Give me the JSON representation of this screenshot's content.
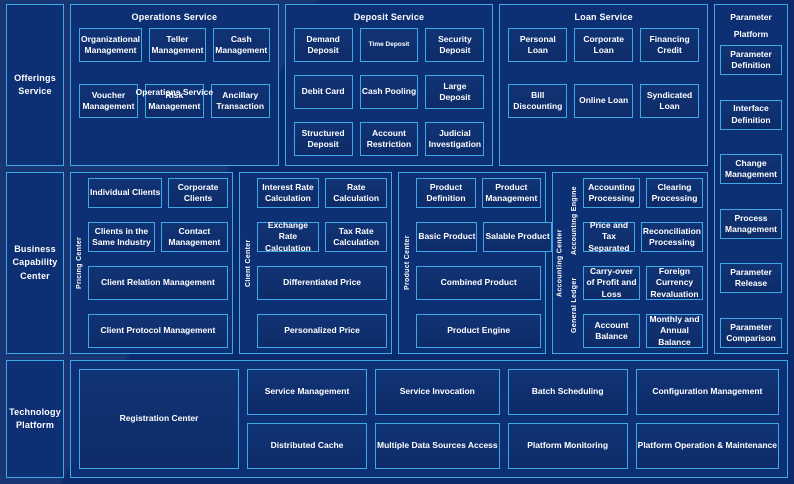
{
  "layers": {
    "offerings": {
      "label": "Offerings Service",
      "groups": [
        {
          "title": "Operations Service",
          "mid_caption": "Operations Service",
          "items_row1": [
            "Organizational Management",
            "Teller Management",
            "Cash Management"
          ],
          "items_row2": [
            "Voucher Management",
            "Risk Management",
            "Ancillary Transaction"
          ]
        },
        {
          "title": "Deposit Service",
          "items_row1": [
            "Demand Deposit",
            "Time Deposit",
            "Security Deposit"
          ],
          "items_row2": [
            "Debit Card",
            "Cash Pooling",
            "Large Deposit"
          ],
          "items_row3": [
            "Structured Deposit",
            "Account Restriction",
            "Judicial Investigation"
          ]
        },
        {
          "title": "Loan Service",
          "items_row1": [
            "Personal Loan",
            "Corporate Loan",
            "Financing Credit"
          ],
          "items_row2": [
            "Bill Discounting",
            "Online Loan",
            "Syndicated Loan"
          ]
        }
      ]
    },
    "business_capability": {
      "label": "Business Capability Center",
      "groups": [
        {
          "vlabel": "Pricing Center",
          "pairs": [
            [
              "Individual Clients",
              "Corporate Clients"
            ],
            [
              "Clients in the Same Industry",
              "Contact Management"
            ]
          ],
          "wide": [
            "Client Relation Management",
            "Client Protocol Management"
          ]
        },
        {
          "vlabel": "Client Center",
          "pairs": [
            [
              "Interest Rate Calculation",
              "Rate Calculation"
            ],
            [
              "Exchange Rate Calculation",
              "Tax Rate Calculation"
            ]
          ],
          "wide": [
            "Differentiated Price",
            "Personalized Price"
          ]
        },
        {
          "vlabel": "Product Center",
          "pairs": [
            [
              "Product Definition",
              "Product Management"
            ],
            [
              "Basic Product",
              "Salable Product"
            ]
          ],
          "wide": [
            "Combined Product",
            "Product Engine"
          ]
        },
        {
          "vlabel_outer": "Accounting Center",
          "vlabel_top": "Accounting Engine",
          "vlabel_bottom": "General  Ledger",
          "pairs": [
            [
              "Accounting Processing",
              "Clearing Processing"
            ],
            [
              "Price and Tax Separated",
              "Reconciliation Processing"
            ],
            [
              "Carry-over of Profit and Loss",
              "Foreign Currency Revaluation"
            ],
            [
              "Account Balance",
              "Monthly and Annual Balance"
            ]
          ]
        }
      ]
    },
    "technology": {
      "label": "Technology Platform",
      "registration": "Registration Center",
      "items": [
        "Service Management",
        "Service Invocation",
        "Batch Scheduling",
        "Configuration Management",
        "Distributed Cache",
        "Multiple Data Sources Access",
        "Platform Monitoring",
        "Platform Operation & Maintenance"
      ]
    }
  },
  "parameter_platform": {
    "title_line1": "Parameter",
    "title_line2": "Platform",
    "items": [
      "Parameter Definition",
      "Interface Definition",
      "Change Management",
      "Process Management",
      "Parameter Release",
      "Parameter Comparison"
    ]
  },
  "colors": {
    "page_background": "#0b2a6b",
    "frame_border": "#3fa9e8",
    "cell_background": "#113476",
    "text": "#ffffff"
  }
}
